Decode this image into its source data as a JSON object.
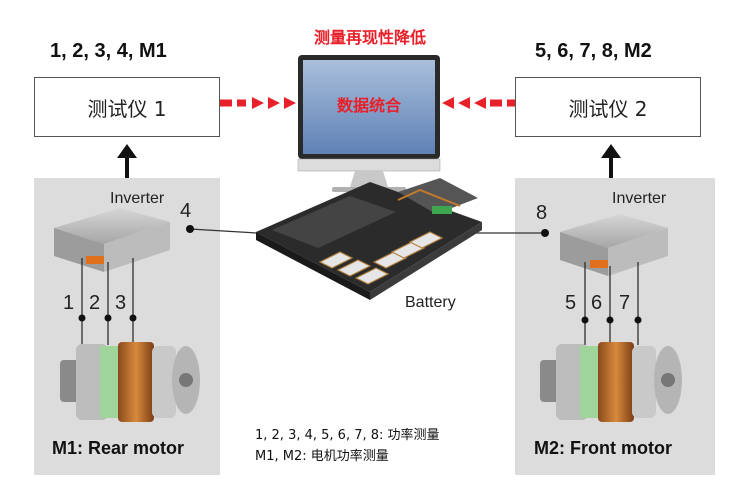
{
  "headings": {
    "left_channels": "1, 2, 3, 4, M1",
    "right_channels": "5, 6, 7, 8, M2",
    "red_title": "测量再现性降低"
  },
  "instruments": {
    "left": "测试仪 1",
    "right": "测试仪 2"
  },
  "monitor": {
    "label": "数据统合"
  },
  "left_panel": {
    "inverter_label": "Inverter",
    "dc_point": "4",
    "phase_numbers": [
      "1",
      "2",
      "3"
    ],
    "motor_label": "M1: Rear motor"
  },
  "right_panel": {
    "inverter_label": "Inverter",
    "dc_point": "8",
    "phase_numbers": [
      "5",
      "6",
      "7"
    ],
    "motor_label": "M2: Front motor"
  },
  "battery": {
    "label": "Battery"
  },
  "legend": {
    "line1": "1, 2, 3, 4, 5, 6, 7, 8: 功率测量",
    "line2": "M1, M2: 电机功率测量"
  },
  "colors": {
    "accent_red": "#e8202a",
    "panel_gray": "#dcdcdc",
    "monitor_screen": "#7d9cc8"
  }
}
